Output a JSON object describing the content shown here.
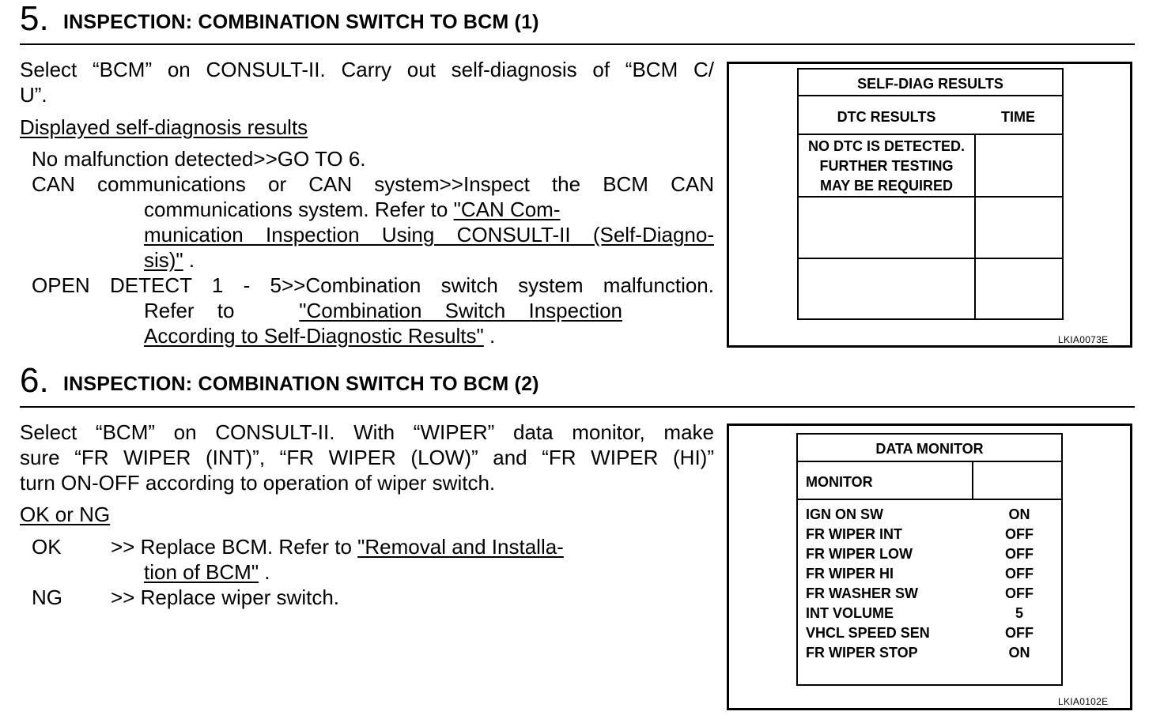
{
  "step5": {
    "number": "5.",
    "title": "INSPECTION: COMBINATION SWITCH TO BCM (1)",
    "intro_line1": "Select “BCM” on CONSULT-II. Carry out self-diagnosis of “BCM C/",
    "intro_line2": "U”.",
    "results_heading": "Displayed self-diagnosis results",
    "result1": "No malfunction detected>>GO TO 6.",
    "result2_line1": "CAN communications or CAN system>>Inspect the BCM CAN",
    "result2_line2": "communications system. Refer to",
    "result2_link_line1": "\"CAN Com-",
    "result2_link_line2": "munication Inspection Using CONSULT-II (Self-Diagno-",
    "result2_link_line3": "sis)\"",
    "result2_end": ".",
    "result3_line1": "OPEN DETECT 1 - 5>>Combination switch system malfunction.",
    "result3_line2_lead": "Refer to",
    "result3_link_line1": "\"Combination Switch Inspection",
    "result3_link_line2": "According to Self-Diagnostic Results\"",
    "result3_end": "."
  },
  "figure1": {
    "panel_title": "SELF-DIAG RESULTS",
    "col_dtc": "DTC RESULTS",
    "col_time": "TIME",
    "row1_line1": "NO DTC IS DETECTED.",
    "row1_line2": "FURTHER TESTING",
    "row1_line3": "MAY BE REQUIRED",
    "code": "LKIA0073E"
  },
  "step6": {
    "number": "6.",
    "title": "INSPECTION: COMBINATION SWITCH TO BCM (2)",
    "intro_line1": "Select “BCM” on CONSULT-II. With “WIPER” data monitor, make",
    "intro_line2": "sure “FR WIPER (INT)”, “FR WIPER (LOW)” and “FR WIPER (HI)”",
    "intro_line3": "turn ON-OFF according to operation of wiper switch.",
    "ok_ng_heading": "OK or NG",
    "ok_label": "OK",
    "ok_arrow": ">> Replace BCM. Refer to",
    "ok_link_line1": "\"Removal and Installa-",
    "ok_link_line2": "tion of BCM\"",
    "ok_end": ".",
    "ng_label": "NG",
    "ng_text": ">> Replace wiper switch."
  },
  "figure2": {
    "panel_title": "DATA MONITOR",
    "col_monitor": "MONITOR",
    "rows": [
      {
        "name": "IGN ON SW",
        "value": "ON"
      },
      {
        "name": "FR WIPER INT",
        "value": "OFF"
      },
      {
        "name": "FR WIPER LOW",
        "value": "OFF"
      },
      {
        "name": "FR WIPER HI",
        "value": "OFF"
      },
      {
        "name": "FR WASHER SW",
        "value": "OFF"
      },
      {
        "name": "INT VOLUME",
        "value": "5"
      },
      {
        "name": "VHCL SPEED SEN",
        "value": "OFF"
      },
      {
        "name": "FR WIPER STOP",
        "value": "ON"
      }
    ],
    "code": "LKIA0102E"
  }
}
